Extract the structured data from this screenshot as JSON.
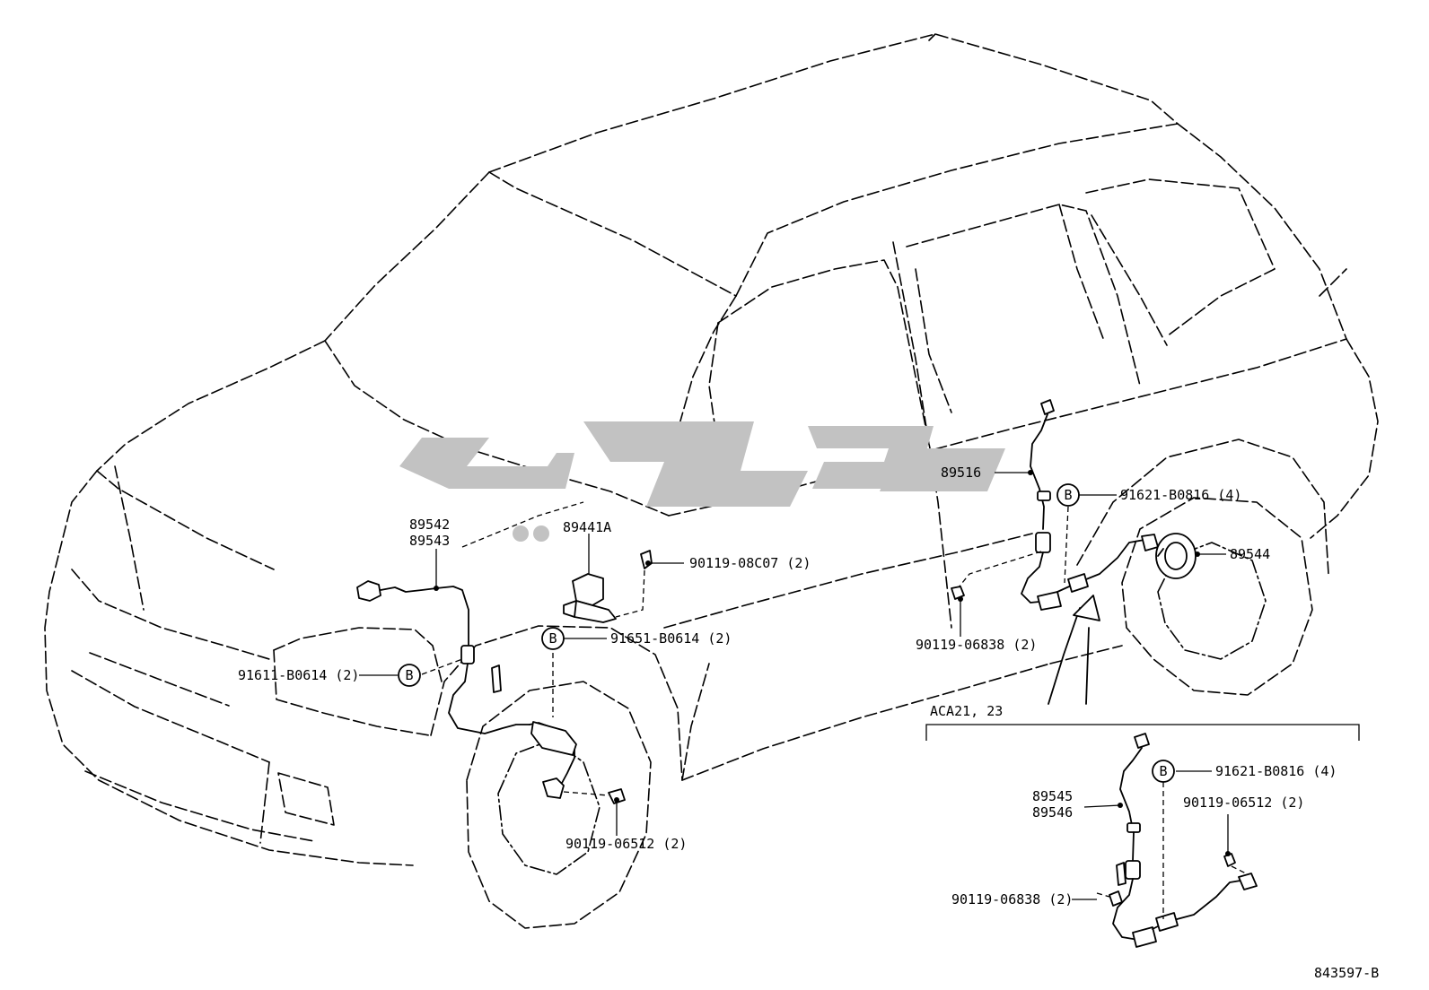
{
  "diagram_id": "843597-B",
  "labels": {
    "p89542": "89542",
    "p89543": "89543",
    "p89441A": "89441A",
    "p90119_08C07": "90119-08C07 (2)",
    "p91651": "91651-B0614 (2)",
    "p91611": "91611-B0614 (2)",
    "p90119_06512_front": "90119-06512 (2)",
    "p89516": "89516",
    "p91621_main": "91621-B0816 (4)",
    "p89544": "89544",
    "p90119_06838_main": "90119-06838 (2)",
    "inset_title": "ACA21, 23",
    "p91621_inset": "91621-B0816 (4)",
    "p89545": "89545",
    "p89546": "89546",
    "p90119_06512_inset": "90119-06512 (2)",
    "p90119_06838_inset": "90119-06838 (2)"
  },
  "clip_symbol_letter": "B",
  "watermark": {
    "kind": "logo",
    "text": "ساپکو",
    "color": "#c2c2c2"
  }
}
